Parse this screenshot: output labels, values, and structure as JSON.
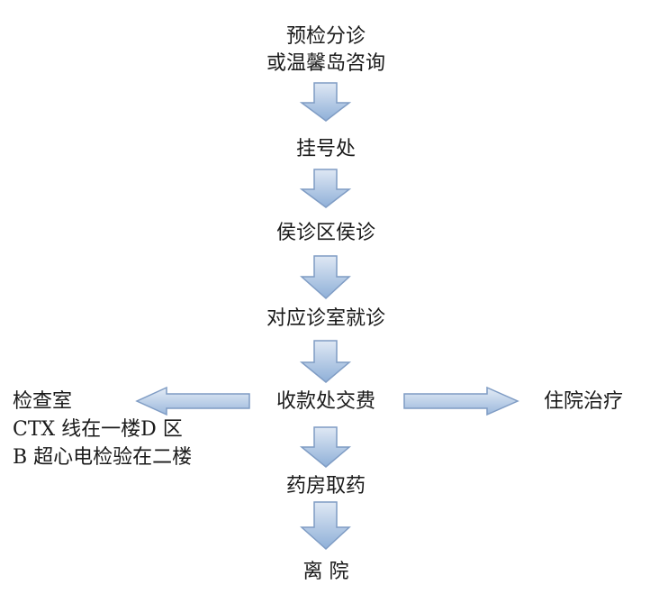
{
  "steps": {
    "triage_line1": "预检分诊",
    "triage_line2": "或温馨岛咨询",
    "registration": "挂号处",
    "waiting": "侯诊区侯诊",
    "consult": "对应诊室就诊",
    "payment": "收款处交费",
    "pharmacy": "药房取药",
    "leave": "离 院"
  },
  "left_branch": {
    "line1": "检查室",
    "line2": "CTX 线在一楼D 区",
    "line3": "B 超心电检验在二楼"
  },
  "right_branch": {
    "label": "住院治疗"
  },
  "colors": {
    "arrow_fill_top": "#dfe8f4",
    "arrow_fill_bottom": "#8fb0d8",
    "arrow_stroke": "#7f9cc4",
    "text": "#1a1a1a"
  }
}
